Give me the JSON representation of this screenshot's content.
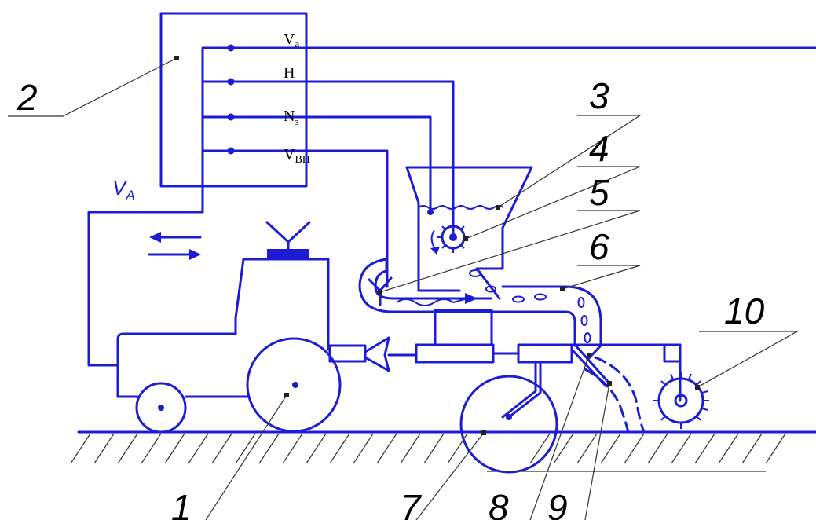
{
  "signals": [
    {
      "main": "V",
      "sub": "a"
    },
    {
      "main": "H",
      "sub": ""
    },
    {
      "main": "N",
      "sub": "з"
    },
    {
      "main": "V",
      "sub": "ВН"
    }
  ],
  "va_label": {
    "main": "V",
    "sub": "A"
  },
  "callouts": [
    "1",
    "2",
    "3",
    "4",
    "5",
    "6",
    "7",
    "8",
    "9",
    "10"
  ]
}
